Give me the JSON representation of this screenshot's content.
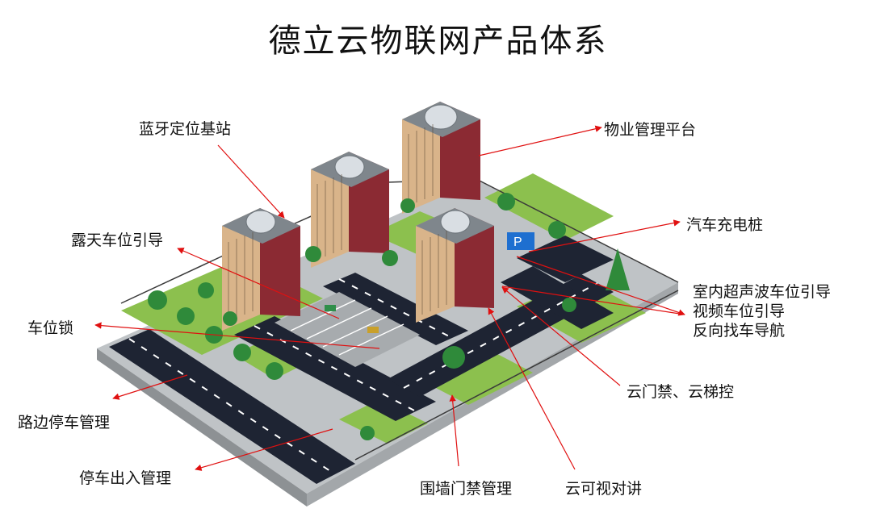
{
  "title": "德立云物联网产品体系",
  "labels": {
    "bluetooth": "蓝牙定位基站",
    "property": "物业管理平台",
    "charging": "汽车充电桩",
    "outdoor": "露天车位引导",
    "indoor": [
      "室内超声波车位引导",
      "视频车位引导",
      "反向找车导航"
    ],
    "lock": "车位锁",
    "roadside": "路边停车管理",
    "cloud_access": "云门禁、云梯控",
    "entry_exit": "停车出入管理",
    "wall_access": "围墙门禁管理",
    "intercom": "云可视对讲"
  },
  "colors": {
    "callout_line": "#e01010",
    "road": "#1e2433",
    "grass": "#8cc04e",
    "building_side": "#8b2a33",
    "building_front": "#d9b48a",
    "ground": "#bfc3c6"
  },
  "icons": {
    "parking_sign": "parking-sign-icon"
  }
}
